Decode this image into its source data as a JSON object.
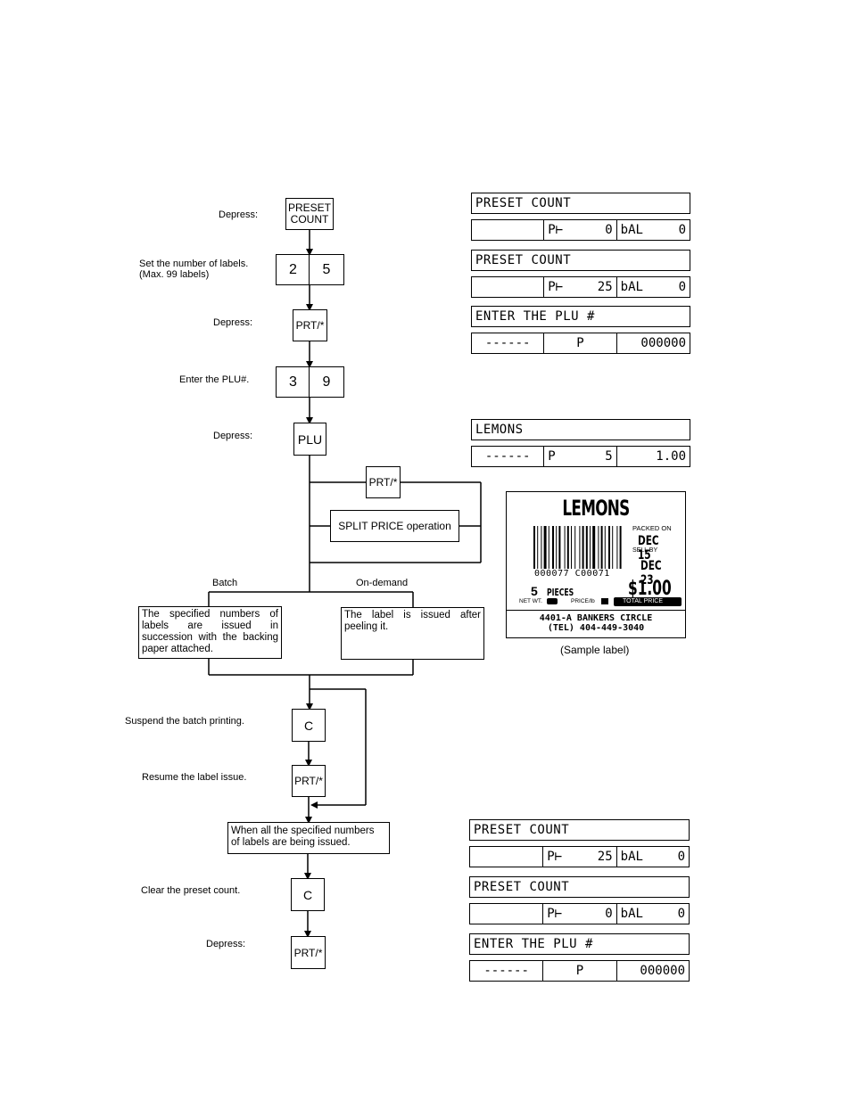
{
  "flow": {
    "step_depress_1": "Depress:",
    "key_preset_count_line1": "PRESET",
    "key_preset_count_line2": "COUNT",
    "step_set_labels_line1": "Set the number of labels.",
    "step_set_labels_line2": "(Max. 99 labels)",
    "key_digit_2": "2",
    "key_digit_5": "5",
    "step_depress_2": "Depress:",
    "key_prt_1": "PRT/*",
    "step_enter_plu": "Enter the PLU#.",
    "key_digit_3": "3",
    "key_digit_9": "9",
    "step_depress_3": "Depress:",
    "key_plu": "PLU",
    "key_prt_branch": "PRT/*",
    "split_price": "SPLIT PRICE operation",
    "batch_label": "Batch",
    "on_demand_label": "On-demand",
    "batch_note": "The specified numbers of labels are issued in succession with the backing paper attached.",
    "on_demand_note": "The label is issued after peeling it.",
    "step_suspend": "Suspend the batch printing.",
    "key_c_1": "C",
    "step_resume": "Resume the label issue.",
    "key_prt_2": "PRT/*",
    "all_issued_line1": "When all the specified numbers",
    "all_issued_line2": "of labels are being issued.",
    "step_clear": "Clear the preset count.",
    "key_c_2": "C",
    "step_depress_4": "Depress:",
    "key_prt_3": "PRT/*"
  },
  "displays": [
    {
      "title": "PRESET COUNT",
      "c1": "",
      "c2a": "P⊢",
      "c2b": "0",
      "c3a": "bAL",
      "c3b": "0"
    },
    {
      "title": "PRESET COUNT",
      "c1": "",
      "c2a": "P⊢",
      "c2b": "25",
      "c3a": "bAL",
      "c3b": "0"
    },
    {
      "title": "ENTER THE PLU #",
      "c1": "------",
      "c2a": "",
      "c2b": "P",
      "c3a": "",
      "c3b": "000000"
    },
    {
      "title": "LEMONS",
      "c1": "------",
      "c2a": "P",
      "c2b": "5",
      "c3a": "",
      "c3b": "1.00"
    },
    {
      "title": "PRESET COUNT",
      "c1": "",
      "c2a": "P⊢",
      "c2b": "25",
      "c3a": "bAL",
      "c3b": "0"
    },
    {
      "title": "PRESET COUNT",
      "c1": "",
      "c2a": "P⊢",
      "c2b": "0",
      "c3a": "bAL",
      "c3b": "0"
    },
    {
      "title": "ENTER THE PLU #",
      "c1": "------",
      "c2a": "",
      "c2b": "P",
      "c3a": "",
      "c3b": "000000"
    }
  ],
  "sample_label": {
    "product": "LEMONS",
    "packed_on": "PACKED ON",
    "packed_date": "DEC 15",
    "sell_by": "SELL BY",
    "sell_date": "DEC 23",
    "barcode_digits": "000077 C00071",
    "quantity": "5",
    "quantity_unit": "PIECES",
    "net_wt": "NET WT.",
    "price_per_lb": "PRICE/lb",
    "total_price_value": "$1.00",
    "total_price_label": "TOTAL PRICE",
    "address_line1": "4401-A BANKERS CIRCLE",
    "address_line2": "(TEL) 404-449-3040",
    "caption": "(Sample label)"
  }
}
